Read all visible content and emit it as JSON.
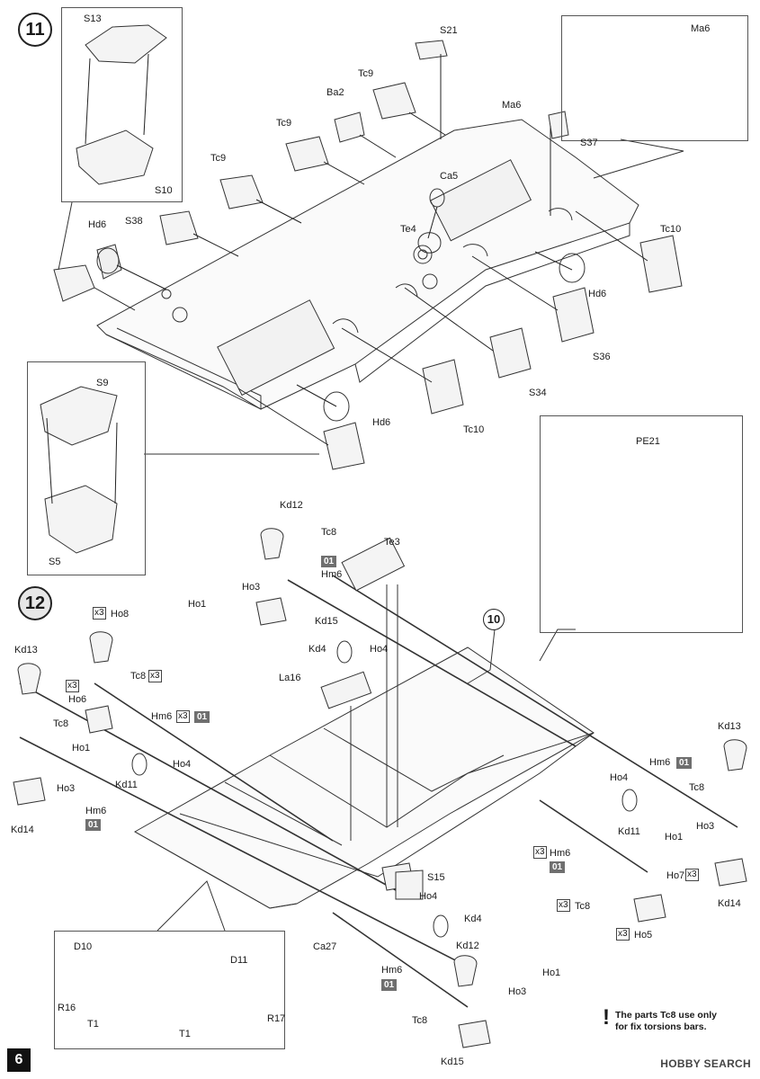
{
  "page_number": "6",
  "steps": {
    "step11": "11",
    "step12": "12",
    "step10_ref": "10"
  },
  "step11_labels": {
    "s13": "S13",
    "s10": "S10",
    "s21": "S21",
    "tc9_a": "Tc9",
    "ba2": "Ba2",
    "ma6": "Ma6",
    "ma6_inset": "Ma6",
    "s37": "S37",
    "tc9_b": "Tc9",
    "tc9_c": "Tc9",
    "ca5": "Ca5",
    "hd6_a": "Hd6",
    "s38": "S38",
    "te4": "Te4",
    "tc10_a": "Tc10",
    "hd6_b": "Hd6",
    "s36": "S36",
    "s34": "S34",
    "tc10_b": "Tc10",
    "hd6_c": "Hd6",
    "s9": "S9",
    "s5": "S5"
  },
  "step12_labels": {
    "kd12_top": "Kd12",
    "tc8_top": "Tc8",
    "te3": "Te3",
    "hm6_top": "Hm6",
    "ho3_top": "Ho3",
    "ho1_top": "Ho1",
    "kd15_top": "Kd15",
    "kd4_top": "Kd4",
    "ho4_top": "Ho4",
    "ho8": "Ho8",
    "kd13_left": "Kd13",
    "tc8_left_a": "Tc8",
    "ho6": "Ho6",
    "tc8_left_b": "Tc8",
    "hm6_left": "Hm6",
    "ho1_left": "Ho1",
    "ho4_left": "Ho4",
    "kd11_left": "Kd11",
    "ho3_left": "Ho3",
    "kd14_left": "Kd14",
    "hm6_left_b": "Hm6",
    "la16": "La16",
    "pe21": "PE21",
    "kd13_right": "Kd13",
    "hm6_right": "Hm6",
    "ho4_right": "Ho4",
    "tc8_right": "Tc8",
    "kd11_right": "Kd11",
    "ho1_right": "Ho1",
    "ho3_right": "Ho3",
    "hm6_right_b": "Hm6",
    "ho7": "Ho7",
    "kd14_right": "Kd14",
    "tc8_bottom_r": "Tc8",
    "ho5": "Ho5",
    "s15": "S15",
    "ho4_bottom": "Ho4",
    "kd4_bottom": "Kd4",
    "ca27": "Ca27",
    "kd12_bottom": "Kd12",
    "ho1_bottom": "Ho1",
    "hm6_bottom": "Hm6",
    "ho3_bottom": "Ho3",
    "tc8_bottom": "Tc8",
    "kd15_bottom": "Kd15",
    "d10": "D10",
    "d11": "D11",
    "r16": "R16",
    "t1_a": "T1",
    "t1_b": "T1",
    "r17": "R17"
  },
  "badges": {
    "variant_01": "01",
    "times3": "x3"
  },
  "note": {
    "line1": "The parts Tc8 use only",
    "line2": "for fix torsions bars."
  },
  "watermark": "HOBBY SEARCH",
  "colors": {
    "ink": "#1a1a1a",
    "badge_grey": "#6f6f6f",
    "paper": "#ffffff"
  }
}
